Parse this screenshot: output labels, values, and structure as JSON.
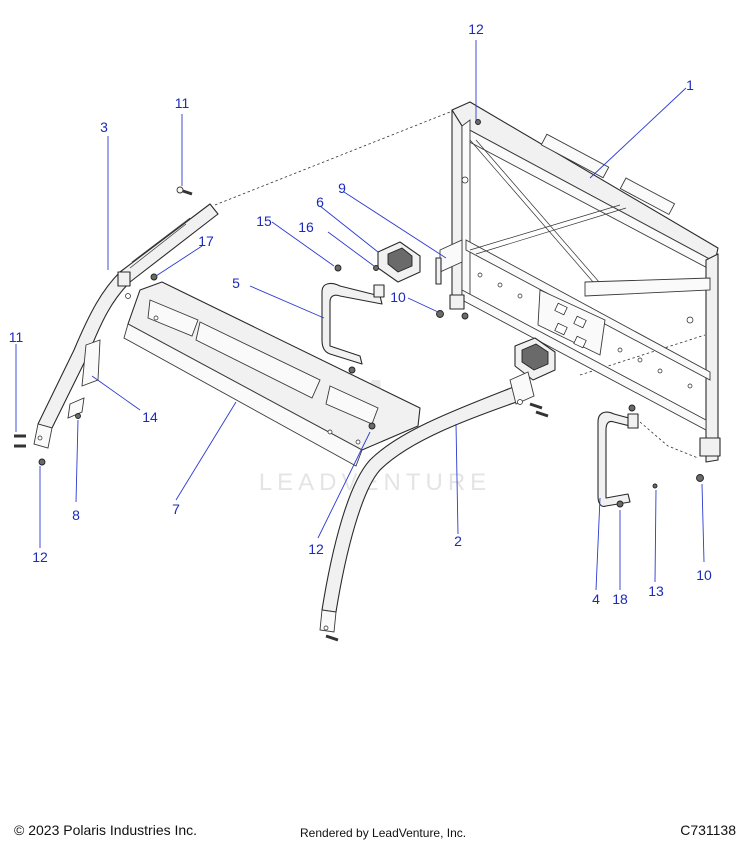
{
  "watermark": "LEADVENTURE",
  "footer": {
    "copyright": "© 2023 Polaris Industries Inc.",
    "rendered_by": "Rendered by LeadVenture, Inc.",
    "figure_id": "C731138"
  },
  "callouts": [
    {
      "id": "c1",
      "label": "1"
    },
    {
      "id": "c2",
      "label": "2"
    },
    {
      "id": "c3",
      "label": "3"
    },
    {
      "id": "c4",
      "label": "4"
    },
    {
      "id": "c5",
      "label": "5"
    },
    {
      "id": "c6",
      "label": "6"
    },
    {
      "id": "c7",
      "label": "7"
    },
    {
      "id": "c8",
      "label": "8"
    },
    {
      "id": "c9",
      "label": "9"
    },
    {
      "id": "c10a",
      "label": "10"
    },
    {
      "id": "c10b",
      "label": "10"
    },
    {
      "id": "c11a",
      "label": "11"
    },
    {
      "id": "c11b",
      "label": "11"
    },
    {
      "id": "c12a",
      "label": "12"
    },
    {
      "id": "c12b",
      "label": "12"
    },
    {
      "id": "c12c",
      "label": "12"
    },
    {
      "id": "c13",
      "label": "13"
    },
    {
      "id": "c14",
      "label": "14"
    },
    {
      "id": "c15",
      "label": "15"
    },
    {
      "id": "c16",
      "label": "16"
    },
    {
      "id": "c17",
      "label": "17"
    },
    {
      "id": "c18",
      "label": "18"
    }
  ]
}
